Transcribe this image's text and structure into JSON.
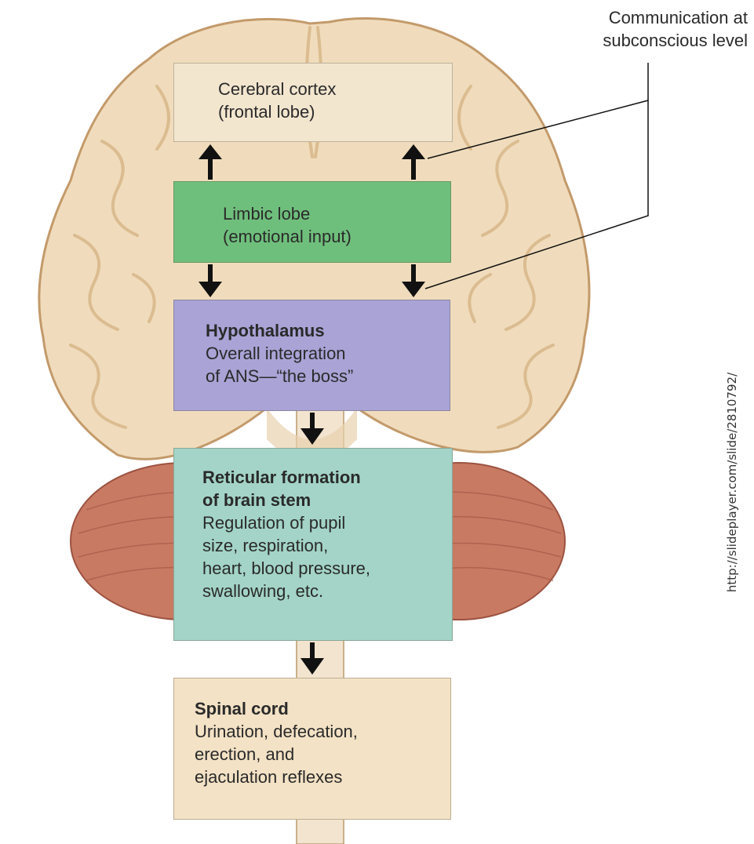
{
  "callout": {
    "line1": "Communication at",
    "line2": "subconscious level"
  },
  "boxes": {
    "cortex": {
      "lines": [
        "Cerebral cortex",
        "(frontal lobe)"
      ],
      "color": "#f3e6cf"
    },
    "limbic": {
      "lines": [
        "Limbic lobe",
        "(emotional input)"
      ],
      "color": "#6fbf7c"
    },
    "hypothalamus": {
      "heading": "Hypothalamus",
      "lines": [
        "Overall integration",
        "of ANS—“the boss”"
      ],
      "color": "#a9a3d6"
    },
    "reticular": {
      "heading_lines": [
        "Reticular formation",
        "of brain stem"
      ],
      "lines": [
        "Regulation of pupil",
        "size, respiration,",
        "heart, blood pressure,",
        "swallowing, etc."
      ],
      "color": "#a3d4c7"
    },
    "spinal": {
      "heading": "Spinal cord",
      "lines": [
        "Urination, defecation,",
        "erection, and",
        "ejaculation reflexes"
      ],
      "color": "#f3e2c5"
    }
  },
  "source_credit": "http://slideplayer.com/slide/2810792/"
}
